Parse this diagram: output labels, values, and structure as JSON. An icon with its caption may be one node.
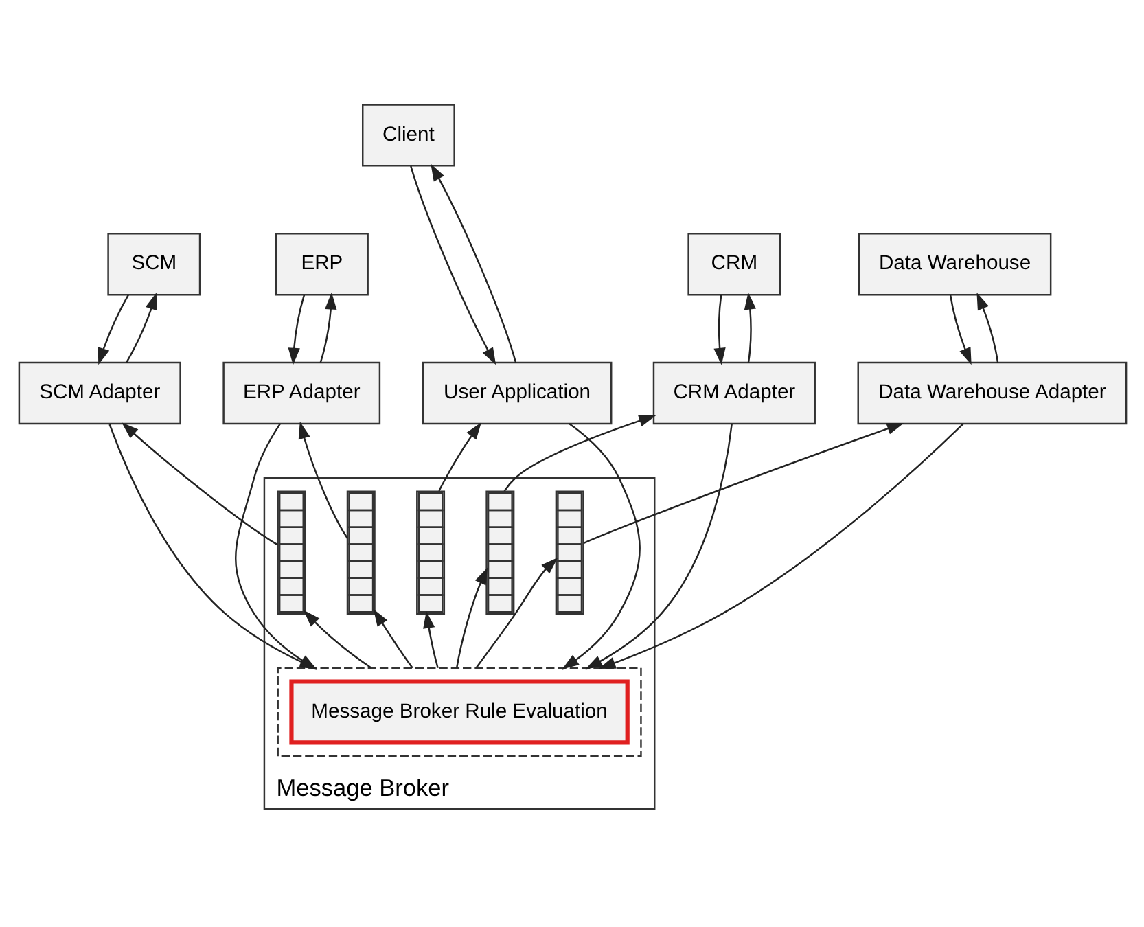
{
  "diagram": {
    "nodes": [
      {
        "text": [
          "Client"
        ]
      },
      {
        "text": [
          "SCM"
        ]
      },
      {
        "text": [
          "ERP"
        ]
      },
      {
        "text": [
          "CRM"
        ]
      },
      {
        "text": [
          "Data Warehouse"
        ]
      },
      {
        "text": [
          "SCM Adapter"
        ]
      },
      {
        "text": [
          "ERP Adapter"
        ]
      },
      {
        "text": [
          "User Application"
        ]
      },
      {
        "text": [
          "CRM Adapter"
        ]
      },
      {
        "text": [
          "Data Warehouse Adapter"
        ]
      },
      {
        "text": [
          "Message Broker"
        ]
      },
      {
        "text": [],
        "shape": "queue",
        "in": 10
      },
      {
        "text": [],
        "shape": "queue",
        "in": 10
      },
      {
        "text": [],
        "shape": "queue",
        "in": 10
      },
      {
        "text": [],
        "shape": "queue",
        "in": 10
      },
      {
        "text": [],
        "shape": "queue",
        "in": 10
      },
      {
        "text": [],
        "shape": "box",
        "in": 10
      },
      {
        "text": [
          "Message Broker Rule Evaluation"
        ],
        "in": 16
      }
    ],
    "edges": [
      {
        "from": 5,
        "to": 1,
        "arrow": "to"
      },
      {
        "from": 1,
        "to": 5,
        "arrow": "to"
      },
      {
        "from": 6,
        "to": 2,
        "arrow": "to"
      },
      {
        "from": 2,
        "to": 6,
        "arrow": "to"
      },
      {
        "from": 0,
        "to": 7,
        "arrow": "to"
      },
      {
        "from": 7,
        "to": 0,
        "arrow": "to"
      },
      {
        "from": 8,
        "to": 3,
        "arrow": "to"
      },
      {
        "from": 3,
        "to": 8,
        "arrow": "to"
      },
      {
        "from": 9,
        "to": 4,
        "arrow": "to"
      },
      {
        "from": 4,
        "to": 9,
        "arrow": "to"
      },
      {
        "from": 11,
        "to": 5,
        "arrow": "to"
      },
      {
        "from": 5,
        "to": 16,
        "arrow": "to"
      },
      {
        "from": 16,
        "to": 11,
        "arrow": "to"
      },
      {
        "from": 12,
        "to": 6,
        "arrow": "to"
      },
      {
        "from": 6,
        "to": 16,
        "arrow": "to"
      },
      {
        "from": 16,
        "to": 12,
        "arrow": "to"
      },
      {
        "from": 13,
        "to": 7,
        "arrow": "to"
      },
      {
        "from": 7,
        "to": 16,
        "arrow": "to"
      },
      {
        "from": 16,
        "to": 13,
        "arrow": "to"
      },
      {
        "from": 14,
        "to": 8,
        "arrow": "to"
      },
      {
        "from": 8,
        "to": 16,
        "arrow": "to"
      },
      {
        "from": 16,
        "to": 14,
        "arrow": "to"
      },
      {
        "from": 15,
        "to": 9,
        "arrow": "to"
      },
      {
        "from": 9,
        "to": 16,
        "arrow": "to"
      },
      {
        "from": 16,
        "to": 15,
        "arrow": "to"
      }
    ]
  }
}
